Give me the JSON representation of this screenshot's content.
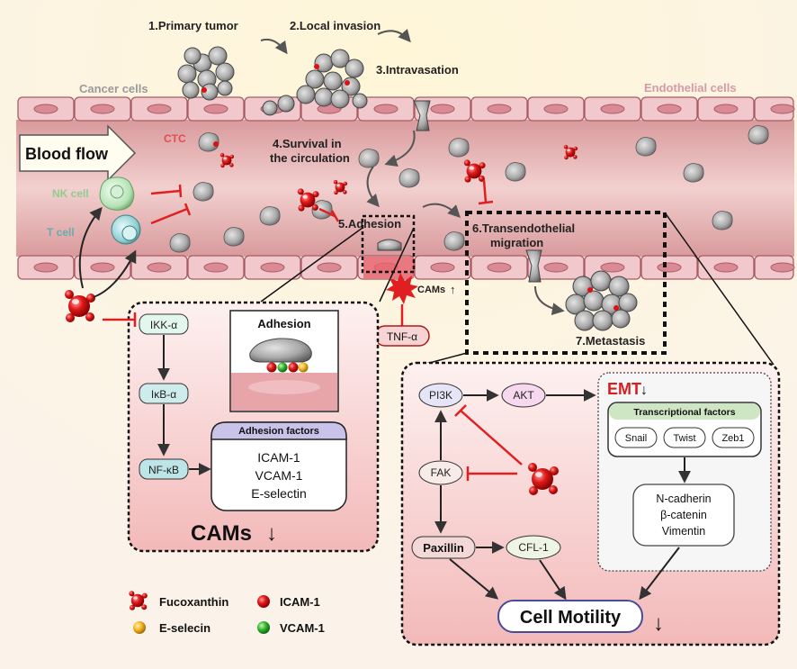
{
  "steps": {
    "s1": "1.Primary tumor",
    "s2": "2.Local invasion",
    "s3": "3.Intravasation",
    "s4a": "4.Survival in",
    "s4b": "the circulation",
    "s5": "5.Adhesion",
    "s6a": "6.Transendothelial",
    "s6b": "migration",
    "s7": "7.Metastasis"
  },
  "labels": {
    "cancer_cells": "Cancer cells",
    "endothelial_cells": "Endothelial cells",
    "blood_flow": "Blood flow",
    "ctc": "CTC",
    "nk_cell": "NK cell",
    "t_cell": "T cell",
    "cams_up": "CAMs",
    "tnf": "TNF-α",
    "adhesion": "Adhesion",
    "adhesion_factors": "Adhesion factors",
    "cams_down": "CAMs",
    "emt": "EMT",
    "transcriptional_factors": "Transcriptional factors",
    "cell_motility": "Cell Motility"
  },
  "nfkb_pathway": [
    "IKK-α",
    "IκB-α",
    "NF-κB"
  ],
  "adhesion_factors": [
    "ICAM-1",
    "VCAM-1",
    "E-selectin"
  ],
  "motility_pathway": {
    "pi3k": "PI3K",
    "akt": "AKT",
    "fak": "FAK",
    "paxillin": "Paxillin",
    "cfl1": "CFL-1"
  },
  "tfs": [
    "Snail",
    "Twist",
    "Zeb1"
  ],
  "emt_markers": [
    "N-cadherin",
    "β-catenin",
    "Vimentin"
  ],
  "legend": [
    {
      "label": "Fucoxanthin",
      "color": "#cc1111"
    },
    {
      "label": "ICAM-1",
      "color": "#dd1111"
    },
    {
      "label": "E-selecin",
      "color": "#f0b020"
    },
    {
      "label": "VCAM-1",
      "color": "#22aa22"
    }
  ],
  "colors": {
    "vessel": "#e7b7b5",
    "endothelial": "#d98a8f",
    "inhibit": "#e02020",
    "ctc_label": "#e05050",
    "nk": "#9ccf9c",
    "tcell": "#6aaab0"
  }
}
